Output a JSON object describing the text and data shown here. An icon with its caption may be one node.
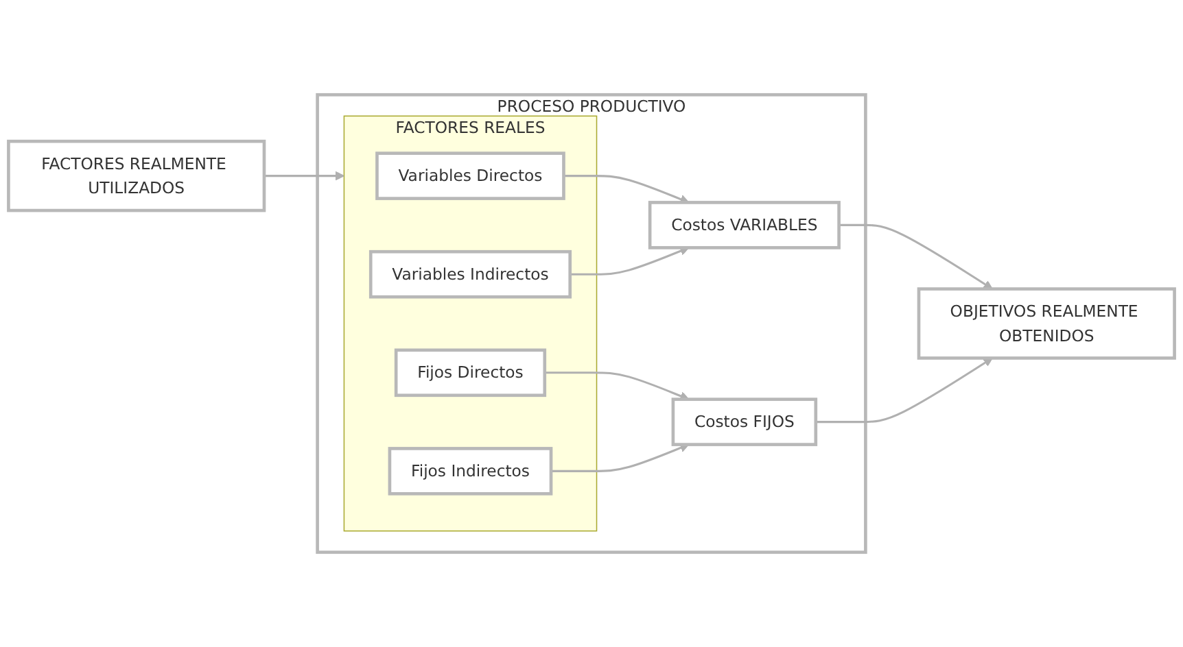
{
  "diagram": {
    "nodes": [
      {
        "text": [
          "FACTORES REALMENTE UTILIZADOS"
        ]
      },
      {
        "text": [
          "PROCESO PRODUCTIVO"
        ]
      },
      {
        "text": [
          "FACTORES REALES"
        ],
        "in": 1
      },
      {
        "text": [
          "Variables Directos"
        ],
        "in": 2
      },
      {
        "text": [
          "Variables Indirectos"
        ],
        "in": 2
      },
      {
        "text": [
          "Fijos Directos"
        ],
        "in": 2
      },
      {
        "text": [
          "Fijos Indirectos"
        ],
        "in": 2
      },
      {
        "text": [
          "Costos VARIABLES"
        ],
        "in": 1
      },
      {
        "text": [
          "Costos FIJOS"
        ],
        "in": 1
      },
      {
        "text": [
          "OBJETIVOS REALMENTE OBTENIDOS"
        ]
      }
    ],
    "edges": [
      {
        "from": 0,
        "to": 2,
        "arrow": "to"
      },
      {
        "from": 3,
        "to": 7,
        "arrow": "to"
      },
      {
        "from": 4,
        "to": 7,
        "arrow": "to"
      },
      {
        "from": 5,
        "to": 8,
        "arrow": "to"
      },
      {
        "from": 6,
        "to": 8,
        "arrow": "to"
      },
      {
        "from": 7,
        "to": 9,
        "arrow": "to"
      },
      {
        "from": 8,
        "to": 9,
        "arrow": "to"
      }
    ]
  }
}
